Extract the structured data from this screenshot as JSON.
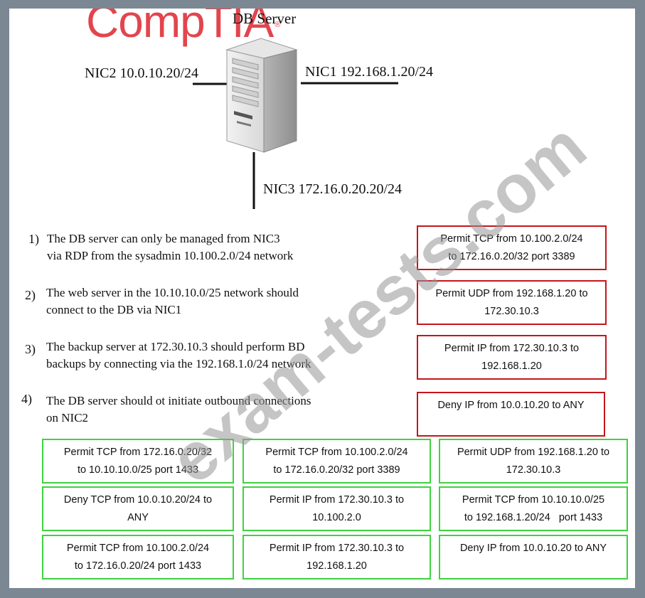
{
  "logo": "CompTIA",
  "logo_mark": "®",
  "server": {
    "title": "DB Server"
  },
  "nics": {
    "nic2": "NIC2 10.0.10.20/24",
    "nic1": "NIC1 192.168.1.20/24",
    "nic3": "NIC3 172.16.0.20.20/24"
  },
  "requirements": [
    {
      "num": "1)",
      "line1": "The DB server can only be managed from NIC3",
      "line2": "via RDP from the sysadmin 10.100.2.0/24 network"
    },
    {
      "num": "2)",
      "line1": "The web server in the 10.10.10.0/25 network should",
      "line2": "connect to the DB via NIC1"
    },
    {
      "num": "3)",
      "line1": "The backup server at 172.30.10.3 should perform BD",
      "line2": "backups by connecting via the 192.168.1.0/24 network"
    },
    {
      "num": "4)",
      "line1": "The DB server should ot initiate outbound connections",
      "line2": "on NIC2"
    }
  ],
  "answers": [
    {
      "line1": "Permit TCP from 10.100.2.0/24",
      "line2": "to 172.16.0.20/32 port 3389"
    },
    {
      "line1": "Permit UDP from 192.168.1.20 to",
      "line2": "172.30.10.3"
    },
    {
      "line1": "Permit IP from 172.30.10.3 to",
      "line2": "192.168.1.20"
    },
    {
      "line1": "Deny IP from 10.0.10.20 to ANY",
      "line2": ""
    }
  ],
  "options": [
    {
      "line1": "Permit TCP from 172.16.0.20/32",
      "line2": "to 10.10.10.0/25 port 1433"
    },
    {
      "line1": "Permit TCP from 10.100.2.0/24",
      "line2": "to 172.16.0.20/32 port 3389"
    },
    {
      "line1": "Permit UDP from 192.168.1.20 to",
      "line2": "172.30.10.3"
    },
    {
      "line1": "Deny TCP from 10.0.10.20/24 to",
      "line2": "ANY"
    },
    {
      "line1": "Permit IP from 172.30.10.3 to",
      "line2": "10.100.2.0"
    },
    {
      "line1": "Permit TCP from 10.10.10.0/25",
      "line2": "to 192.168.1.20/24   port 1433"
    },
    {
      "line1": "Permit TCP from 10.100.2.0/24",
      "line2": "to 172.16.0.20/24 port 1433"
    },
    {
      "line1": "Permit IP from 172.30.10.3 to",
      "line2": "192.168.1.20"
    },
    {
      "line1": "Deny IP from 10.0.10.20 to ANY",
      "line2": ""
    }
  ],
  "watermark": "exam-tests.com",
  "colors": {
    "frame": "#7c8794",
    "logo": "#e2454d",
    "answer_border": "#c4161c",
    "option_border": "#3fd23f"
  }
}
